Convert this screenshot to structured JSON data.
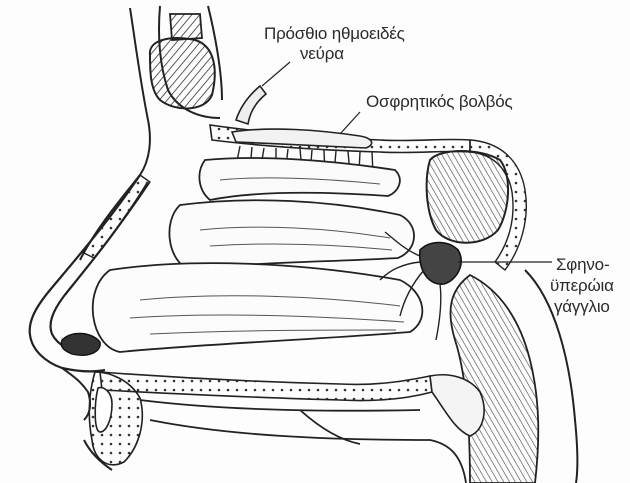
{
  "labels": {
    "anterior_ethmoidal": {
      "line1": "Πρόσθιο ηθμοειδές",
      "line2": "νεύρα"
    },
    "olfactory_bulb": "Οσφρητικός βολβός",
    "pterygopalatine": {
      "line1": "Σφηνο-",
      "line2": "ϋπερώια",
      "line3": "γάγγλιο"
    }
  },
  "colors": {
    "ink": "#222222",
    "paper": "#fdfdfd",
    "shade": "#555555"
  }
}
